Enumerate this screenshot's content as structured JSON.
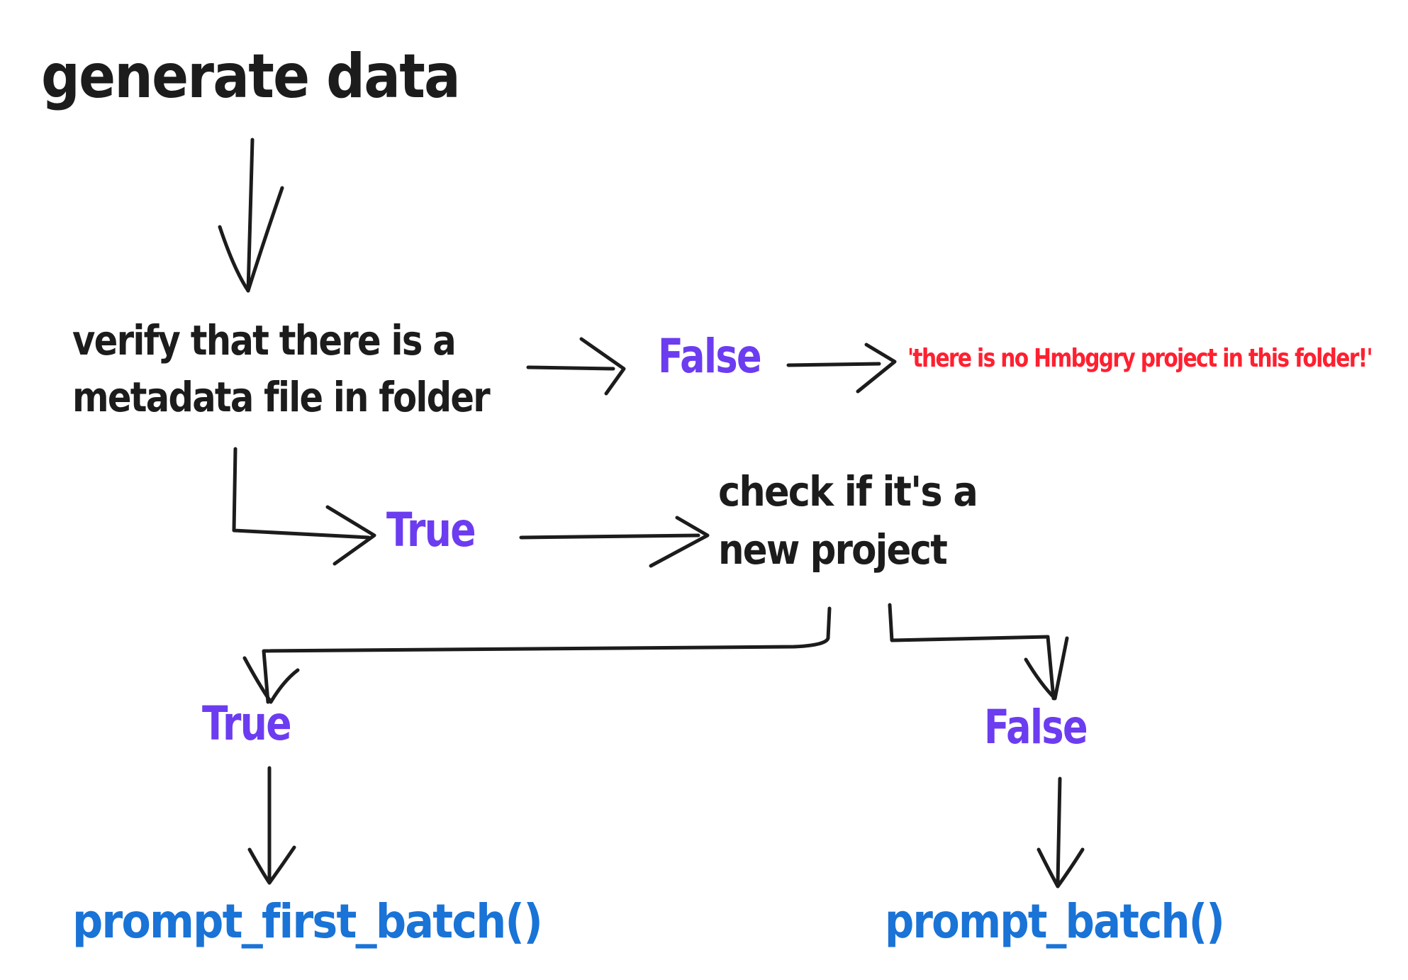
{
  "colors": {
    "ink": "#1c1c1c",
    "branch": "#6c3cf0",
    "error": "#ff2030",
    "function": "#1a73d6"
  },
  "nodes": {
    "start": "generate data",
    "verify_line1": "verify that there is a",
    "verify_line2": "metadata file in folder",
    "verify_false": "False",
    "error_message": "'there is no Hmbggry project in this folder!'",
    "verify_true": "True",
    "check_line1": "check if it's a",
    "check_line2": "new project",
    "check_true": "True",
    "check_false": "False",
    "first_batch_call": "prompt_first_batch()",
    "batch_call": "prompt_batch()"
  }
}
